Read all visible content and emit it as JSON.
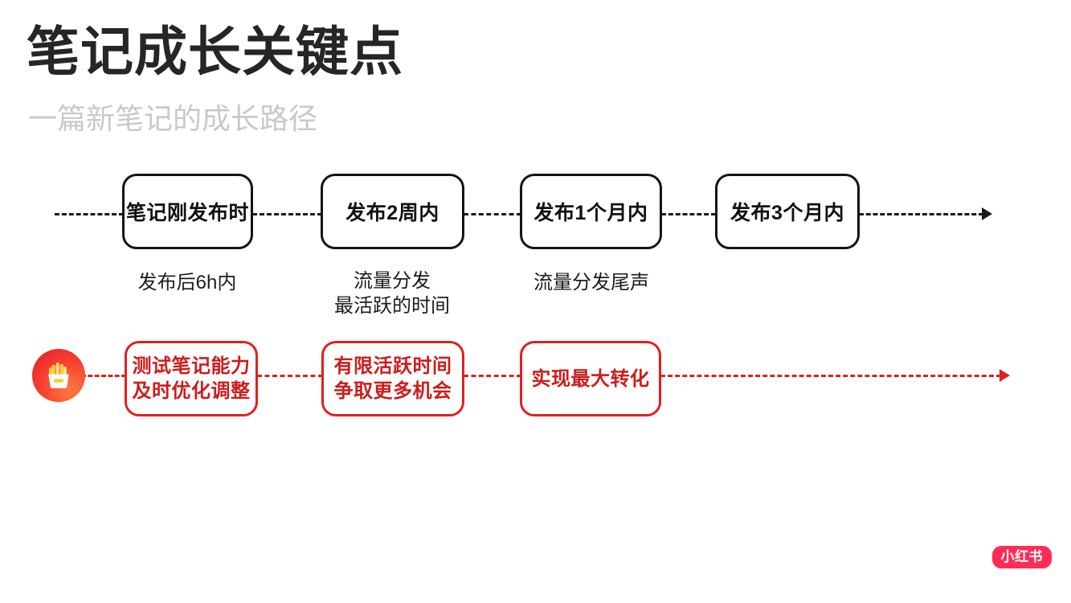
{
  "header": {
    "title": "笔记成长关键点",
    "subtitle": "一篇新笔记的成长路径"
  },
  "colors": {
    "background": "#ffffff",
    "title": "#262626",
    "subtitle": "#c9c9c9",
    "timeline_stroke": "#141414",
    "accent_red": "#e02020",
    "accent_red_text": "#cc1d1d",
    "brand_red": "#fe2c55",
    "fries_badge_gradient_from": "#ff7a3d",
    "fries_badge_gradient_to": "#ec2020"
  },
  "timeline": {
    "stages": [
      {
        "label": "笔记刚发布时",
        "caption": "发布后6h内"
      },
      {
        "label": "发布2周内",
        "caption": "流量分发\n最活跃的时间"
      },
      {
        "label": "发布1个月内",
        "caption": "流量分发尾声"
      },
      {
        "label": "发布3个月内",
        "caption": ""
      }
    ]
  },
  "actions": {
    "icon": "fries-icon",
    "items": [
      {
        "label": "测试笔记能力\n及时优化调整"
      },
      {
        "label": "有限活跃时间\n争取更多机会"
      },
      {
        "label": "实现最大转化"
      }
    ]
  },
  "brand": {
    "logo_text": "小红书"
  }
}
